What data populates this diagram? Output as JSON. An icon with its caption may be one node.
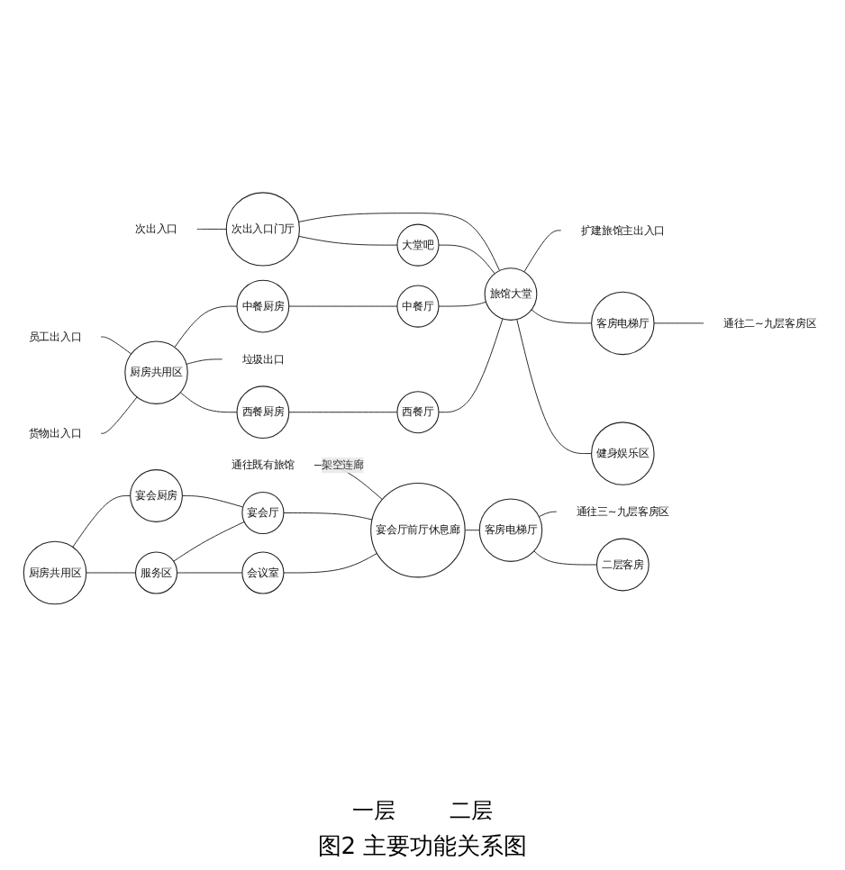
{
  "diagram": {
    "caption": "图2 主要功能关系图",
    "nodes": [
      {
        "text": [
          "次出入口"
        ]
      },
      {
        "text": [
          "次出入口门厅"
        ]
      },
      {
        "text": [
          "员工出入口"
        ]
      },
      {
        "text": [
          "中餐厨房"
        ]
      },
      {
        "text": [
          "中餐厅"
        ]
      },
      {
        "text": [
          "大堂吧"
        ]
      },
      {
        "text": [
          "货物出入口"
        ]
      },
      {
        "text": [
          "厨房共用区"
        ]
      },
      {
        "text": [
          "旅馆大堂"
        ]
      },
      {
        "text": [
          "扩建旅馆主出入口"
        ]
      },
      {
        "text": [
          "垃圾出口"
        ]
      },
      {
        "text": [
          "西餐厨房"
        ]
      },
      {
        "text": [
          "西餐厅"
        ]
      },
      {
        "text": [
          "客房电梯厅"
        ]
      },
      {
        "text": [
          "通往二~九层客房区"
        ]
      },
      {
        "text": [
          "健身娱乐区"
        ]
      },
      {
        "text": [
          "通往既有旅馆"
        ]
      },
      {
        "text": [
          "宴会厨房"
        ]
      },
      {
        "text": [
          "宴会厅"
        ]
      },
      {
        "text": [
          "厨房共用区"
        ]
      },
      {
        "text": [
          "宴会厅前厅休息廊"
        ]
      },
      {
        "text": [
          "服务区"
        ]
      },
      {
        "text": [
          "会议室"
        ]
      },
      {
        "text": [
          "客房电梯厅"
        ]
      },
      {
        "text": [
          "通往三~九层客房区"
        ]
      },
      {
        "text": [
          "二层客房"
        ]
      }
    ],
    "edges": [
      {
        "from": 0,
        "to": 1,
        "arrow": "none"
      },
      {
        "from": 1,
        "to": 8,
        "arrow": "none"
      },
      {
        "from": 1,
        "to": 5,
        "arrow": "none"
      },
      {
        "from": 5,
        "to": 8,
        "arrow": "none"
      },
      {
        "from": 2,
        "to": 7,
        "arrow": "none"
      },
      {
        "from": 6,
        "to": 7,
        "arrow": "none"
      },
      {
        "from": 7,
        "to": 10,
        "arrow": "none"
      },
      {
        "from": 7,
        "to": 3,
        "arrow": "none"
      },
      {
        "from": 7,
        "to": 11,
        "arrow": "none"
      },
      {
        "from": 3,
        "to": 4,
        "arrow": "none"
      },
      {
        "from": 11,
        "to": 12,
        "arrow": "none"
      },
      {
        "from": 4,
        "to": 8,
        "arrow": "none"
      },
      {
        "from": 12,
        "to": 8,
        "arrow": "none"
      },
      {
        "from": 8,
        "to": 9,
        "arrow": "none"
      },
      {
        "from": 8,
        "to": 13,
        "arrow": "none"
      },
      {
        "from": 13,
        "to": 14,
        "arrow": "none"
      },
      {
        "from": 8,
        "to": 15,
        "arrow": "none"
      },
      {
        "from": 16,
        "to": 20,
        "arrow": "none",
        "label": "架空连廊"
      },
      {
        "from": 19,
        "to": 17,
        "arrow": "none"
      },
      {
        "from": 17,
        "to": 18,
        "arrow": "none"
      },
      {
        "from": 19,
        "to": 21,
        "arrow": "none"
      },
      {
        "from": 21,
        "to": 18,
        "arrow": "none"
      },
      {
        "from": 21,
        "to": 22,
        "arrow": "none"
      },
      {
        "from": 18,
        "to": 20,
        "arrow": "none"
      },
      {
        "from": 22,
        "to": 20,
        "arrow": "none"
      },
      {
        "from": 20,
        "to": 23,
        "arrow": "none"
      },
      {
        "from": 23,
        "to": 24,
        "arrow": "none"
      },
      {
        "from": 23,
        "to": 25,
        "arrow": "none"
      }
    ],
    "labels": [
      "一层",
      "二层"
    ]
  }
}
